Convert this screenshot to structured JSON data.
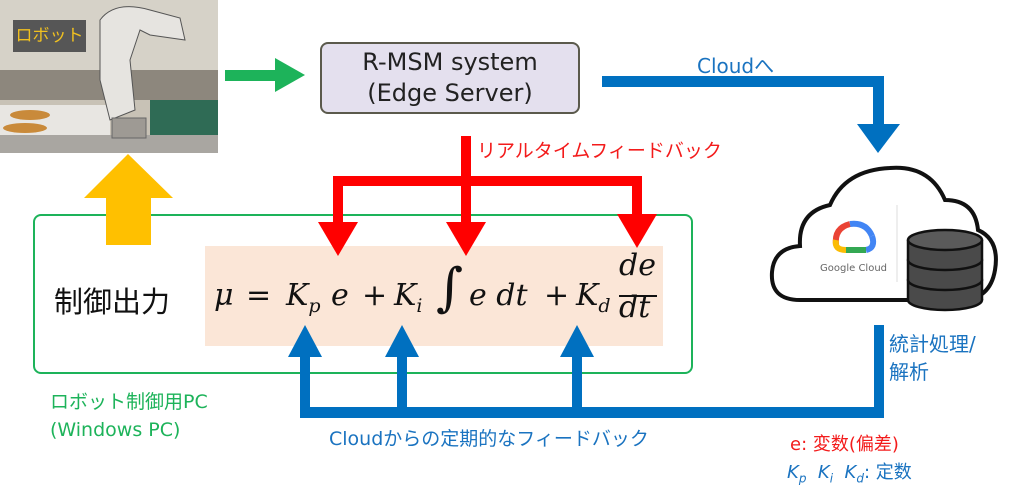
{
  "robot": {
    "label": "ロボット",
    "photo_alt": "industrial robot arm photo"
  },
  "edge_server": {
    "line1": "R-MSM system",
    "line2": "(Edge Server)"
  },
  "cloud": {
    "to_cloud_label": "Cloudへ",
    "brand_label": "Google Cloud",
    "processing_line1": "統計処理/",
    "processing_line2": "解析"
  },
  "realtime_feedback_label": "リアルタイムフィードバック",
  "periodic_feedback_label": "Cloudからの定期的なフィードバック",
  "pc": {
    "label_line1": "ロボット制御用PC",
    "label_line2": "(Windows PC)"
  },
  "control": {
    "label": "制御出力",
    "formula": {
      "mu": "μ",
      "eq": "=",
      "kp": "K",
      "kp_sub": "p",
      "e1": "e",
      "plus1": "+",
      "ki": "K",
      "ki_sub": "i",
      "integral": "∫",
      "edt": "e dt",
      "plus2": "+",
      "kd": "K",
      "kd_sub": "d",
      "frac_num": "de",
      "frac_den": "dt"
    }
  },
  "legend": {
    "e_symbol": "e:",
    "e_desc": "変数(偏差)",
    "k_symbol": "K",
    "k_subs": [
      "p",
      "i",
      "d"
    ],
    "k_desc": "定数"
  },
  "colors": {
    "green_arrow": "#1db35a",
    "blue_arrow": "#0070c0",
    "red_arrow": "#ff0000",
    "yellow_arrow": "#ffc000",
    "pc_box_border": "#1db35a",
    "formula_bg": "#fbe6d7",
    "edge_box_bg": "#e4e0ee"
  }
}
